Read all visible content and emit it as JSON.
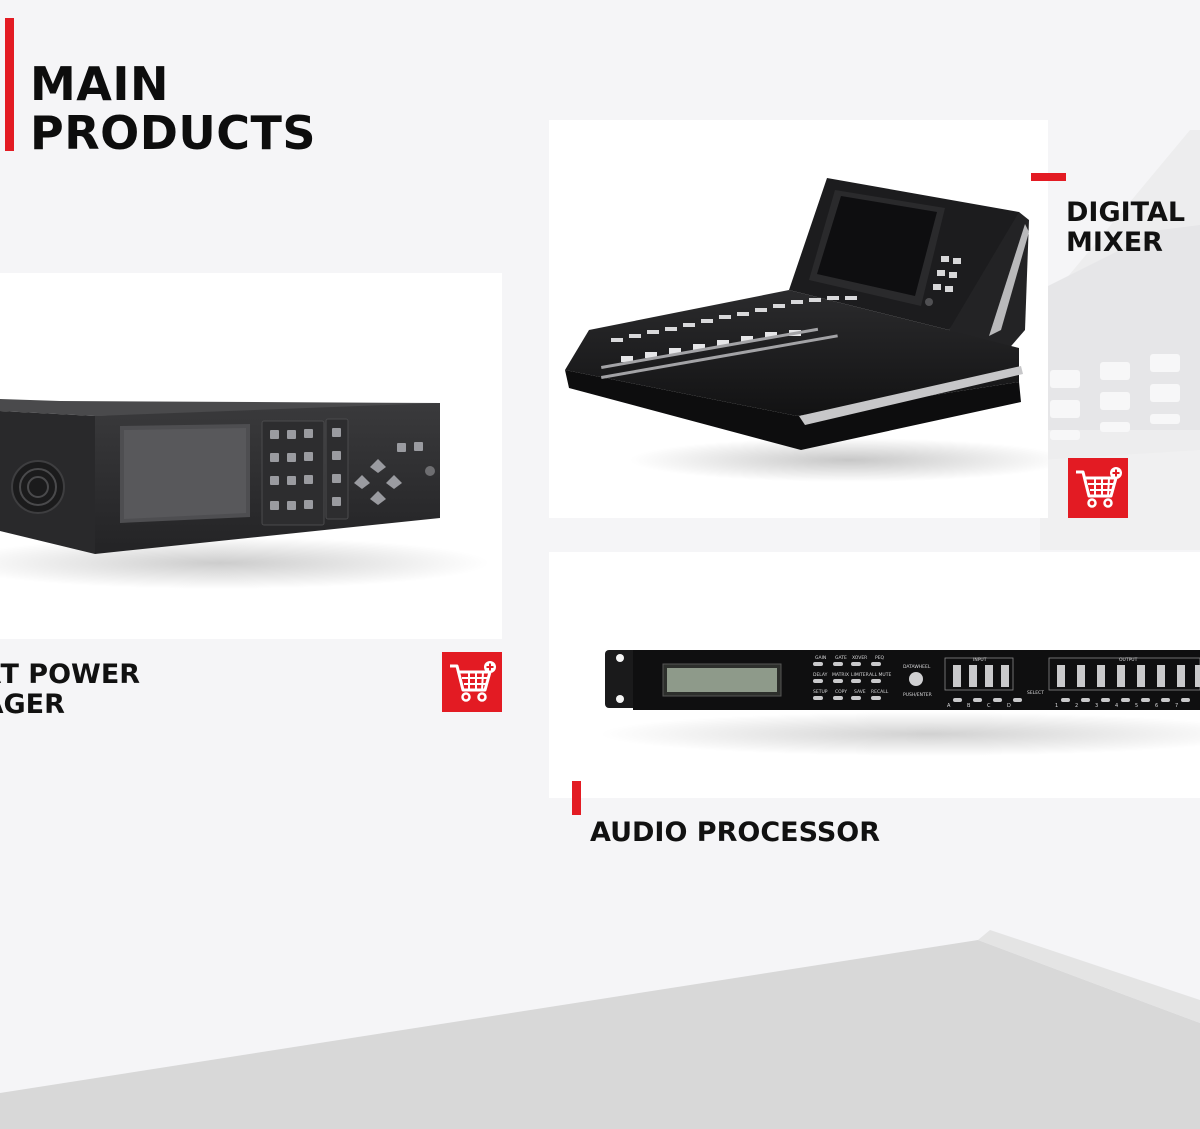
{
  "section": {
    "title_line1": "MAIN",
    "title_line2": "PRODUCTS"
  },
  "products": [
    {
      "name_line1": "DIGITAL",
      "name_line2": "MIXER",
      "cart_icon": "add-to-cart-icon"
    },
    {
      "name_line1": "ART POWER",
      "name_line2": "NAGER",
      "cart_icon": "add-to-cart-icon"
    },
    {
      "name": "AUDIO PROCESSOR"
    }
  ],
  "processor_panel": {
    "buttons": [
      "GAIN",
      "GATE",
      "XOVER",
      "PEQ",
      "DELAY",
      "MATRIX",
      "LIMITER",
      "ALL MUTE",
      "SETUP",
      "COPY",
      "SAVE",
      "RECALL"
    ],
    "knob_top": "DATAWHEEL",
    "knob_bottom": "PUSH/ENTER",
    "input_label": "INPUT",
    "output_label": "OUTPUT",
    "select_label": "SELECT",
    "input_channels": [
      "A",
      "B",
      "C",
      "D"
    ],
    "output_channels": [
      "1",
      "2",
      "3",
      "4",
      "5",
      "6",
      "7"
    ]
  },
  "colors": {
    "accent": "#e31b23",
    "background": "#f5f5f7",
    "card": "#ffffff",
    "floor": "#d9d9d9"
  }
}
